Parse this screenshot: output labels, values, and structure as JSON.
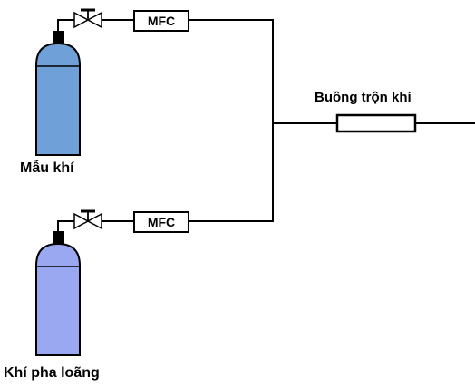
{
  "labels": {
    "sample_gas": "Mẫu khí",
    "dilution_gas": "Khí pha loãng",
    "mixing_chamber": "Buồng trộn khí"
  },
  "devices": {
    "mfc_top": "MFC",
    "mfc_bottom": "MFC"
  },
  "colors": {
    "sample_cylinder": "#6fa1d8",
    "dilution_cylinder": "#9aa8f2",
    "line": "#000000"
  },
  "icons": [
    "gas-cylinder-icon",
    "needle-valve-icon",
    "mass-flow-controller",
    "mixing-chamber"
  ]
}
